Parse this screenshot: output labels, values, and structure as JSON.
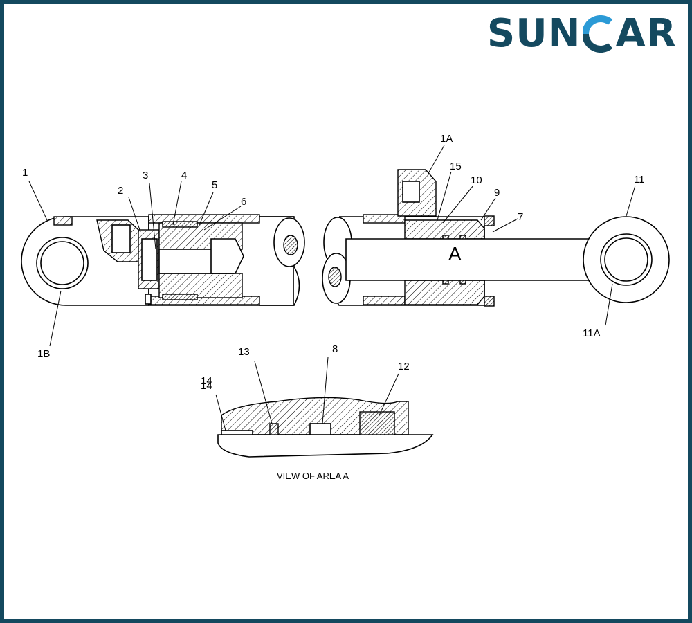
{
  "brand": {
    "logo_left": "SUN",
    "logo_right": "AR",
    "logo_colors": {
      "dark": "#14495f",
      "accent": "#2b9ad6"
    }
  },
  "frame": {
    "border_color": "#14495f"
  },
  "labels": {
    "l1": "1",
    "l1B": "1B",
    "l2": "2",
    "l3": "3",
    "l4": "4",
    "l5": "5",
    "l6": "6",
    "l1A": "1A",
    "l15": "15",
    "l10": "10",
    "l9": "9",
    "l7": "7",
    "l11": "11",
    "l11A": "11A",
    "areaA": "A",
    "l13": "13",
    "l8": "8",
    "l12": "12",
    "l14": "14"
  },
  "caption": "VIEW OF AREA A"
}
